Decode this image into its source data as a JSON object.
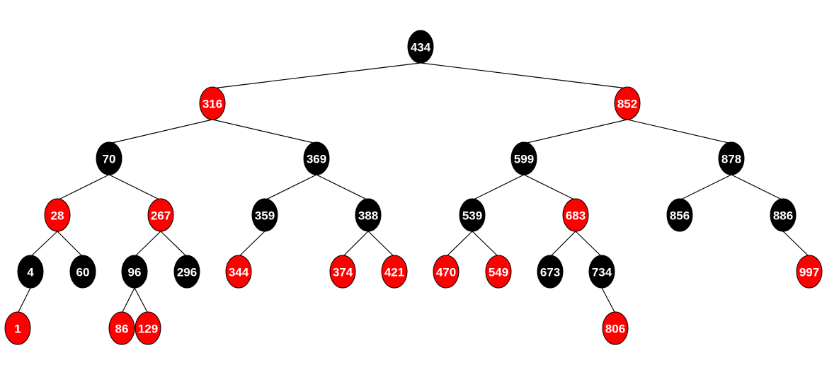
{
  "colors": {
    "red": "#ff0000",
    "black": "#000000",
    "label": "#ffffff",
    "edge": "#000000",
    "background": "#ffffff"
  },
  "nodes": [
    {
      "id": "n434",
      "label": "434",
      "color": "black"
    },
    {
      "id": "n316",
      "label": "316",
      "color": "red"
    },
    {
      "id": "n852",
      "label": "852",
      "color": "red"
    },
    {
      "id": "n70",
      "label": "70",
      "color": "black"
    },
    {
      "id": "n369",
      "label": "369",
      "color": "black"
    },
    {
      "id": "n599",
      "label": "599",
      "color": "black"
    },
    {
      "id": "n878",
      "label": "878",
      "color": "black"
    },
    {
      "id": "n28",
      "label": "28",
      "color": "red"
    },
    {
      "id": "n267",
      "label": "267",
      "color": "red"
    },
    {
      "id": "n359",
      "label": "359",
      "color": "black"
    },
    {
      "id": "n388",
      "label": "388",
      "color": "black"
    },
    {
      "id": "n539",
      "label": "539",
      "color": "black"
    },
    {
      "id": "n683",
      "label": "683",
      "color": "red"
    },
    {
      "id": "n856",
      "label": "856",
      "color": "black"
    },
    {
      "id": "n886",
      "label": "886",
      "color": "black"
    },
    {
      "id": "n4",
      "label": "4",
      "color": "black"
    },
    {
      "id": "n60",
      "label": "60",
      "color": "black"
    },
    {
      "id": "n96",
      "label": "96",
      "color": "black"
    },
    {
      "id": "n296",
      "label": "296",
      "color": "black"
    },
    {
      "id": "n344",
      "label": "344",
      "color": "red"
    },
    {
      "id": "n374",
      "label": "374",
      "color": "red"
    },
    {
      "id": "n421",
      "label": "421",
      "color": "red"
    },
    {
      "id": "n470",
      "label": "470",
      "color": "red"
    },
    {
      "id": "n549",
      "label": "549",
      "color": "red"
    },
    {
      "id": "n673",
      "label": "673",
      "color": "black"
    },
    {
      "id": "n734",
      "label": "734",
      "color": "black"
    },
    {
      "id": "n997",
      "label": "997",
      "color": "red"
    },
    {
      "id": "n1",
      "label": "1",
      "color": "red"
    },
    {
      "id": "n86",
      "label": "86",
      "color": "red"
    },
    {
      "id": "n129",
      "label": "129",
      "color": "red"
    },
    {
      "id": "n806",
      "label": "806",
      "color": "red"
    }
  ],
  "edges": [
    [
      "n434",
      "n316"
    ],
    [
      "n434",
      "n852"
    ],
    [
      "n316",
      "n70"
    ],
    [
      "n316",
      "n369"
    ],
    [
      "n852",
      "n599"
    ],
    [
      "n852",
      "n878"
    ],
    [
      "n70",
      "n28"
    ],
    [
      "n70",
      "n267"
    ],
    [
      "n369",
      "n359"
    ],
    [
      "n369",
      "n388"
    ],
    [
      "n599",
      "n539"
    ],
    [
      "n599",
      "n683"
    ],
    [
      "n878",
      "n856"
    ],
    [
      "n878",
      "n886"
    ],
    [
      "n28",
      "n4"
    ],
    [
      "n28",
      "n60"
    ],
    [
      "n267",
      "n96"
    ],
    [
      "n267",
      "n296"
    ],
    [
      "n359",
      "n344"
    ],
    [
      "n388",
      "n374"
    ],
    [
      "n388",
      "n421"
    ],
    [
      "n539",
      "n470"
    ],
    [
      "n539",
      "n549"
    ],
    [
      "n683",
      "n673"
    ],
    [
      "n683",
      "n734"
    ],
    [
      "n886",
      "n997"
    ],
    [
      "n4",
      "n1"
    ],
    [
      "n96",
      "n86"
    ],
    [
      "n96",
      "n129"
    ],
    [
      "n734",
      "n806"
    ]
  ]
}
